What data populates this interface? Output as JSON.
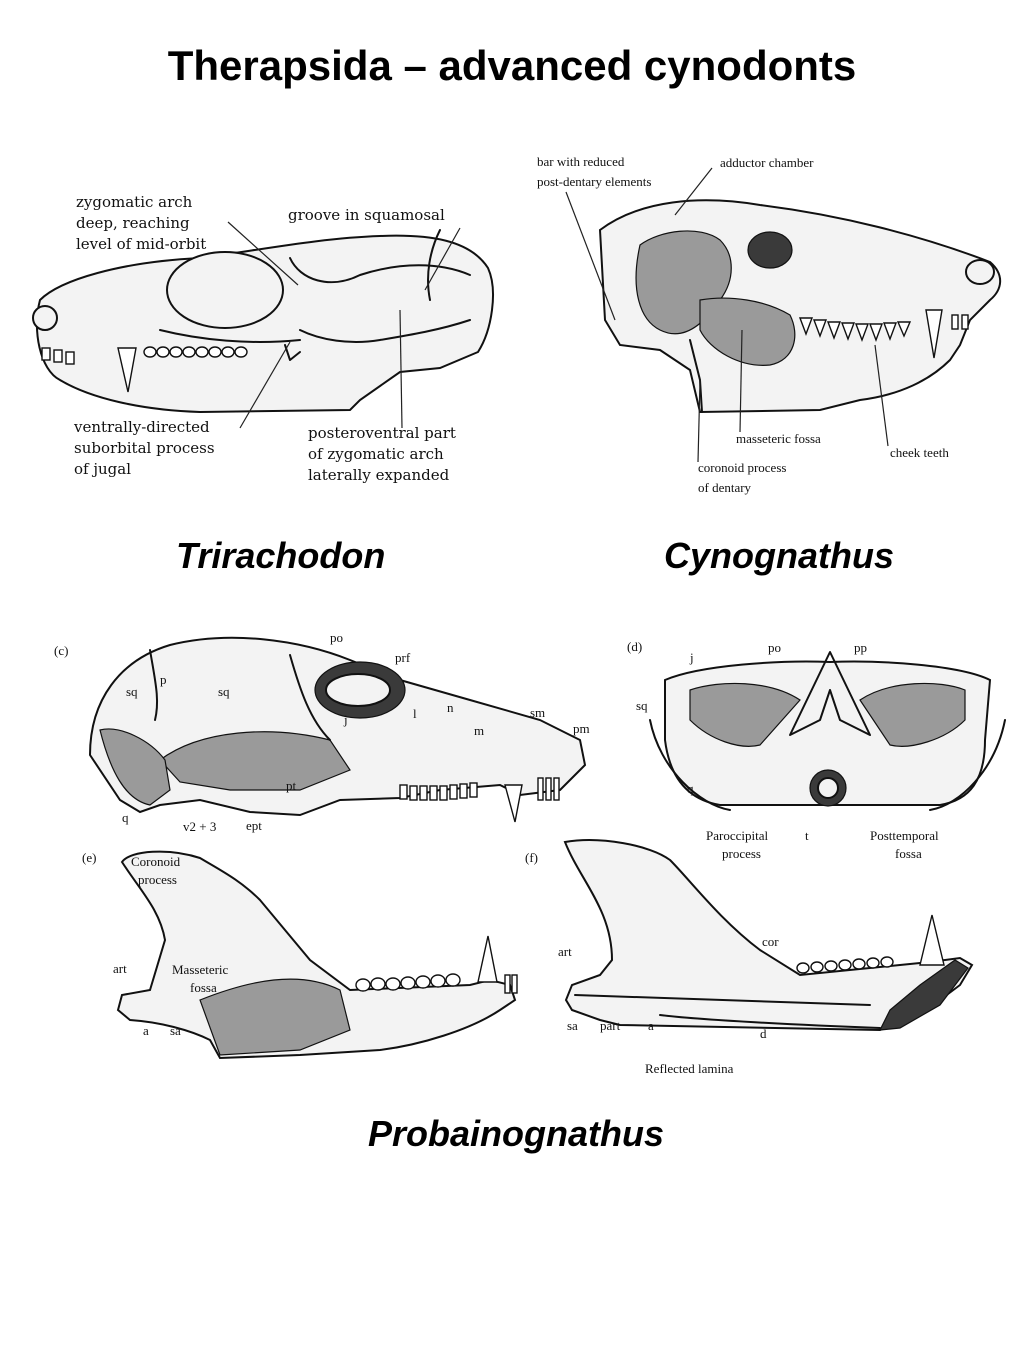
{
  "title": "Therapsida – advanced cynodonts",
  "captions": {
    "left": "Trirachodon",
    "right": "Cynognathus",
    "bottom": "Probainognathus"
  },
  "trirachodon_labels": {
    "zygomatic_1": "zygomatic arch",
    "zygomatic_2": "deep, reaching",
    "zygomatic_3": "level of mid-orbit",
    "groove": "groove in squamosal",
    "ventral_1": "ventrally-directed",
    "ventral_2": "suborbital process",
    "ventral_3": "of jugal",
    "postero_1": "posteroventral part",
    "postero_2": "of zygomatic arch",
    "postero_3": "laterally expanded"
  },
  "cynognathus_labels": {
    "bar_1": "bar with reduced",
    "bar_2": "post-dentary elements",
    "adductor": "adductor chamber",
    "masseteric": "masseteric fossa",
    "cheek": "cheek teeth",
    "coronoid_1": "coronoid process",
    "coronoid_2": "of dentary"
  },
  "panel_c": {
    "letter": "(c)",
    "po": "po",
    "prf": "prf",
    "sq1": "sq",
    "p": "p",
    "sq2": "sq",
    "n": "n",
    "l": "l",
    "j": "j",
    "m": "m",
    "sm": "sm",
    "pm": "pm",
    "pt": "pt",
    "ept": "ept",
    "q": "q",
    "v23": "v2 + 3"
  },
  "panel_d": {
    "letter": "(d)",
    "j": "j",
    "po": "po",
    "pp": "pp",
    "sq": "sq",
    "q": "q",
    "t": "t",
    "paroccipital_1": "Paroccipital",
    "paroccipital_2": "process",
    "posttemporal_1": "Posttemporal",
    "posttemporal_2": "fossa"
  },
  "panel_e": {
    "letter": "(e)",
    "coronoid_1": "Coronoid",
    "coronoid_2": "process",
    "art": "art",
    "masseteric_1": "Masseteric",
    "masseteric_2": "fossa",
    "a": "a",
    "sa": "sa"
  },
  "panel_f": {
    "letter": "(f)",
    "art": "art",
    "cor": "cor",
    "sa": "sa",
    "part": "part",
    "a": "a",
    "d": "d",
    "reflected": "Reflected  lamina"
  }
}
